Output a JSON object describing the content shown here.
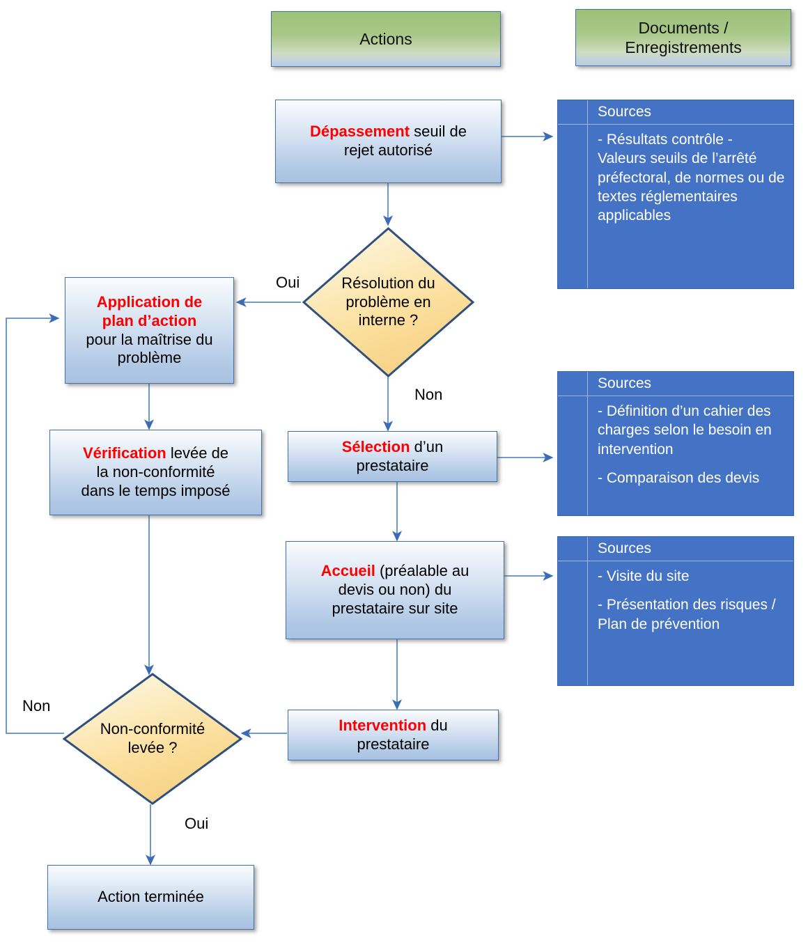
{
  "headers": {
    "actions": "Actions",
    "documents_line1": "Documents /",
    "documents_line2": "Enregistrements"
  },
  "nodes": {
    "depassement": {
      "keyword": "Dépassement",
      "rest_line1": " seuil de",
      "line2": "rejet autorisé"
    },
    "decision_resolution": {
      "line1": "Résolution du",
      "line2": "problème en",
      "line3": "interne ?"
    },
    "plan_action": {
      "keyword_line1": "Application de",
      "keyword_line2": "plan d’action",
      "line3": "pour la maîtrise du",
      "line4": "problème"
    },
    "verification": {
      "keyword": "Vérification",
      "rest_line1": " levée de",
      "line2": "la non-conformité",
      "line3": "dans le temps imposé"
    },
    "selection": {
      "keyword": "Sélection",
      "rest_line1": " d’un",
      "line2": "prestataire"
    },
    "accueil": {
      "keyword": "Accueil",
      "rest_line1": " (préalable au",
      "line2": "devis ou non) du",
      "line3": "prestataire sur site"
    },
    "intervention": {
      "keyword": "Intervention",
      "rest_line1": " du",
      "line2": "prestataire"
    },
    "decision_conformite": {
      "line1": "Non-conformité",
      "line2": "levée ?"
    },
    "action_terminee": {
      "label": "Action terminée"
    }
  },
  "sources": {
    "box1": {
      "header": "Sources",
      "items": [
        "- Résultats contrôle - Valeurs seuils de l’arrêté préfectoral, de normes ou de textes réglementaires applicables"
      ]
    },
    "box2": {
      "header": "Sources",
      "items": [
        "- Définition d’un cahier des charges selon le besoin en intervention",
        "- Comparaison des devis"
      ]
    },
    "box3": {
      "header": "Sources",
      "items": [
        "- Visite du site",
        "- Présentation des risques / Plan de prévention"
      ]
    }
  },
  "edge_labels": {
    "oui_resolution": "Oui",
    "non_resolution": "Non",
    "non_conformite": "Non",
    "oui_conformite": "Oui"
  },
  "colors": {
    "header_green": "#9CC177",
    "process_blue_border": "#4472a8",
    "diamond_yellow": "#FCE9B5",
    "diamond_border": "#30507E",
    "sources_blue": "#4472C4",
    "keyword_red": "#FF0000",
    "connector_blue": "#4472C4"
  }
}
